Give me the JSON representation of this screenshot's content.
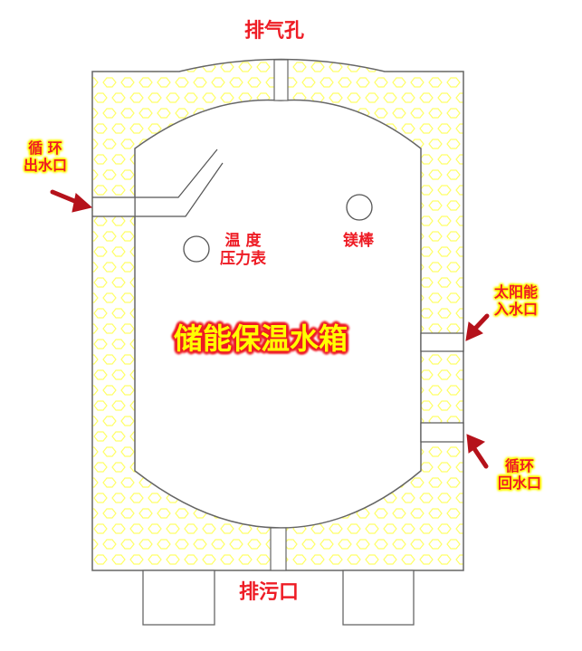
{
  "diagram": {
    "title": "储能保温水箱",
    "labels": {
      "vent": "排气孔",
      "drain": "排污口",
      "circ_outlet_line1": "循 环",
      "circ_outlet_line2": "出水口",
      "temp_gauge_line1": "温 度",
      "temp_gauge_line2": "压力表",
      "magnesium_rod": "镁棒",
      "solar_inlet_line1": "太阳能",
      "solar_inlet_line2": "入水口",
      "circ_return_line1": "循环",
      "circ_return_line2": "回水口"
    },
    "colors": {
      "label_red": "#ee1c25",
      "highlight_yellow": "#ffff00",
      "insulation_hex": "#ffff66",
      "outline": "#666666",
      "arrow": "#b5121b"
    }
  }
}
